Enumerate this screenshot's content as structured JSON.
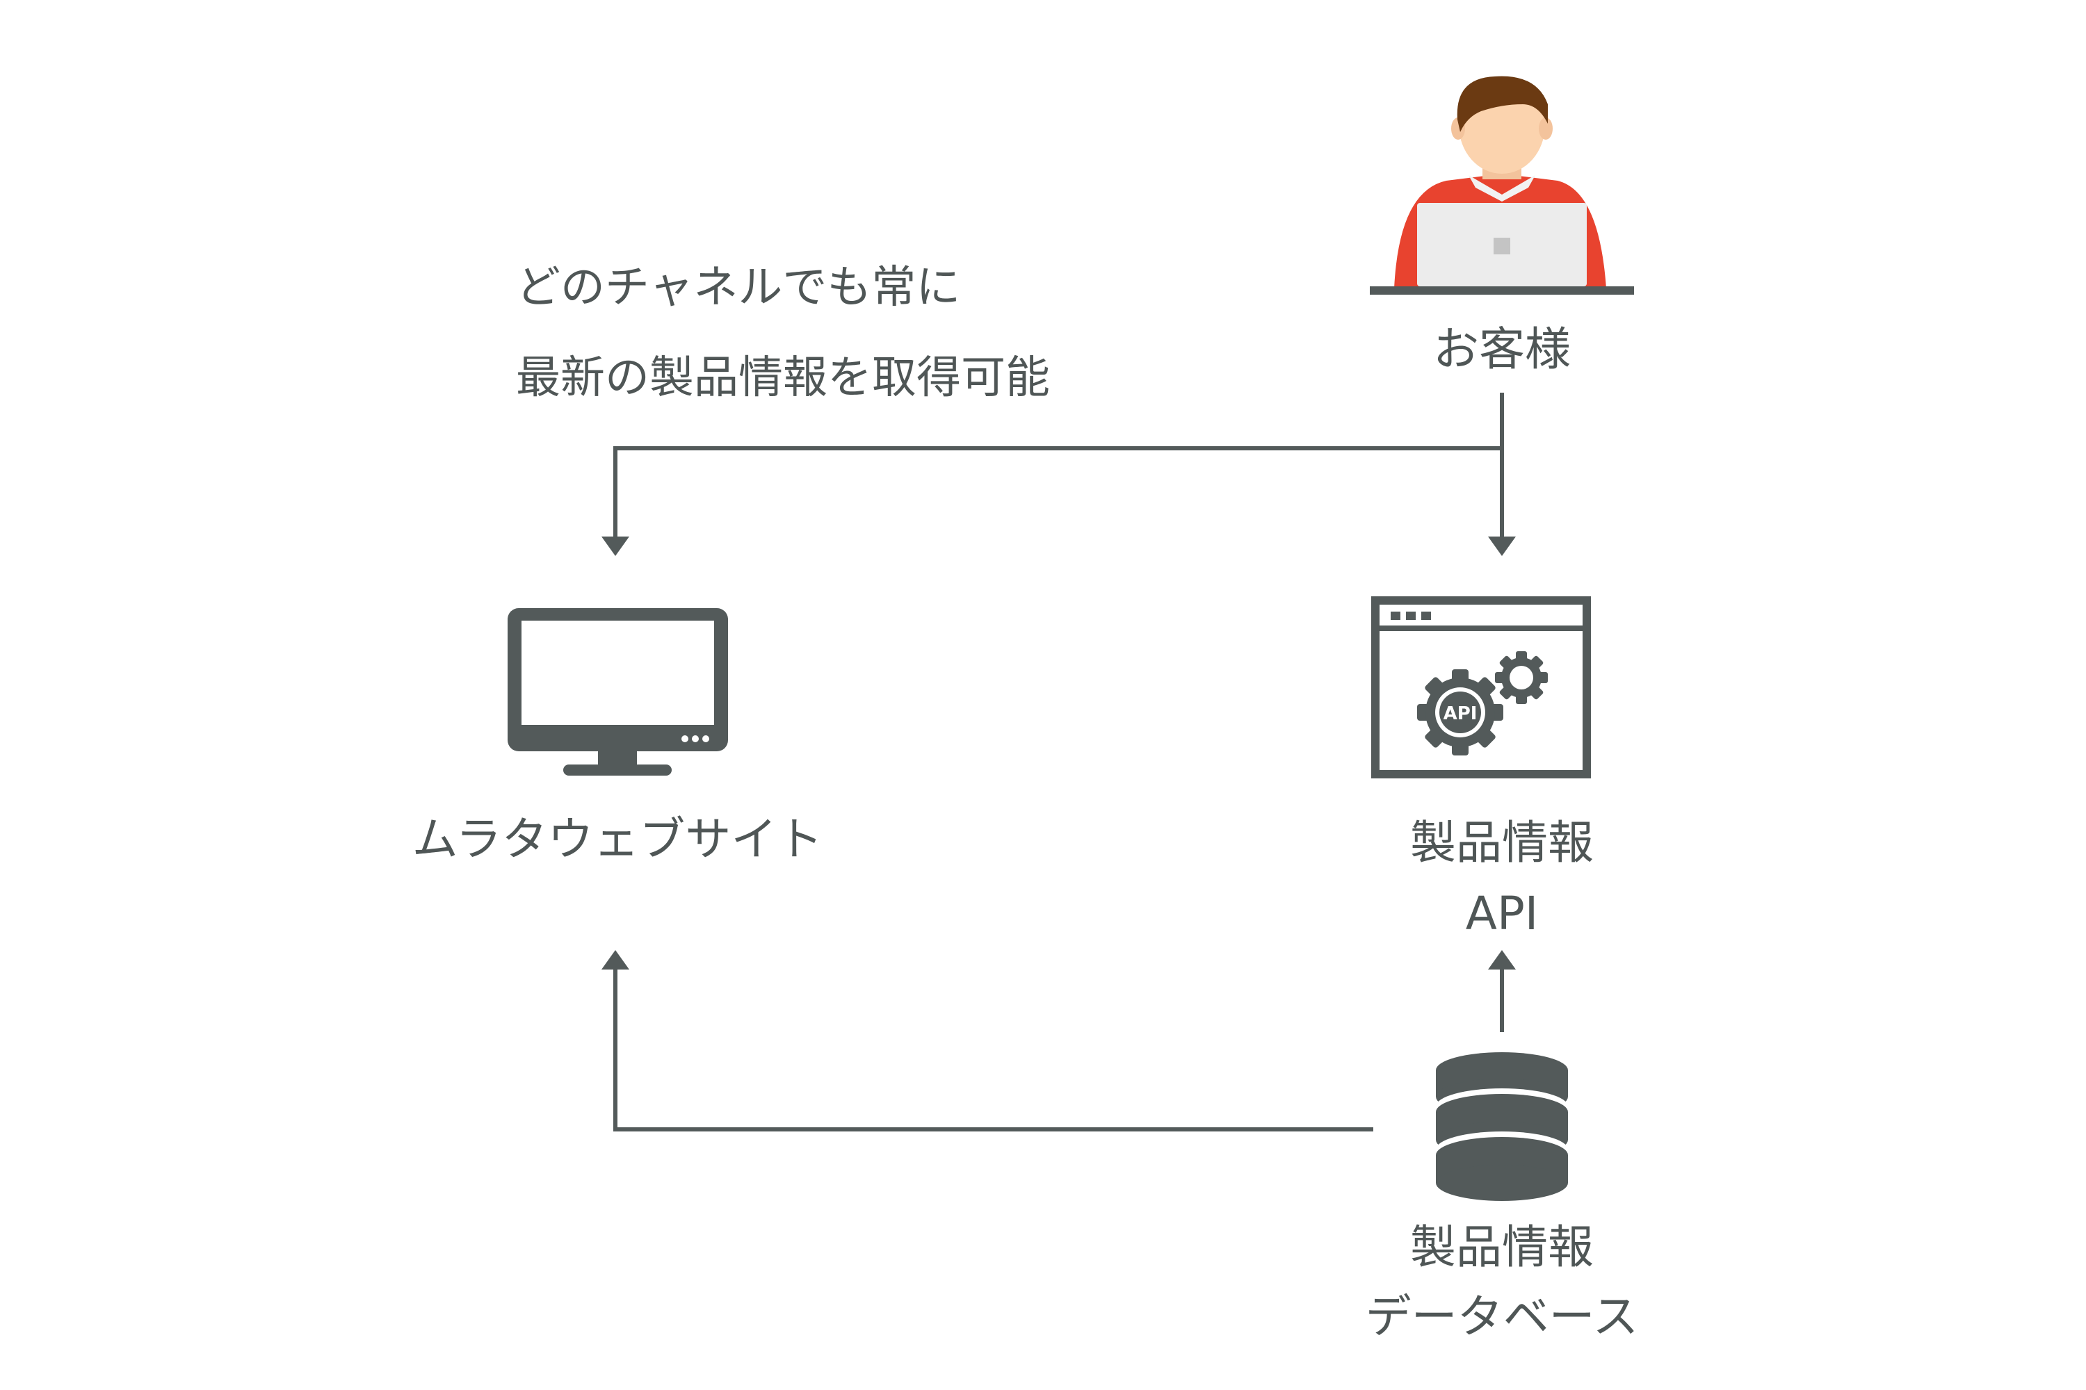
{
  "colors": {
    "icon": "#535a5a",
    "text": "#4f5656",
    "shirt": "#e8432f",
    "hair": "#6b3a12",
    "skin": "#fbd3ae",
    "laptop": "#ececec"
  },
  "caption": {
    "line1": "どのチャネルでも常に",
    "line2": "最新の製品情報を取得可能"
  },
  "nodes": {
    "customer": {
      "label": "お客様",
      "icon": "customer-with-laptop-icon"
    },
    "website": {
      "label": "ムラタウェブサイト",
      "icon": "monitor-icon"
    },
    "api": {
      "label_line1": "製品情報",
      "label_line2": "API",
      "icon": "api-gear-window-icon",
      "badge": "API"
    },
    "database": {
      "label_line1": "製品情報",
      "label_line2": "データベース",
      "icon": "database-icon"
    }
  }
}
